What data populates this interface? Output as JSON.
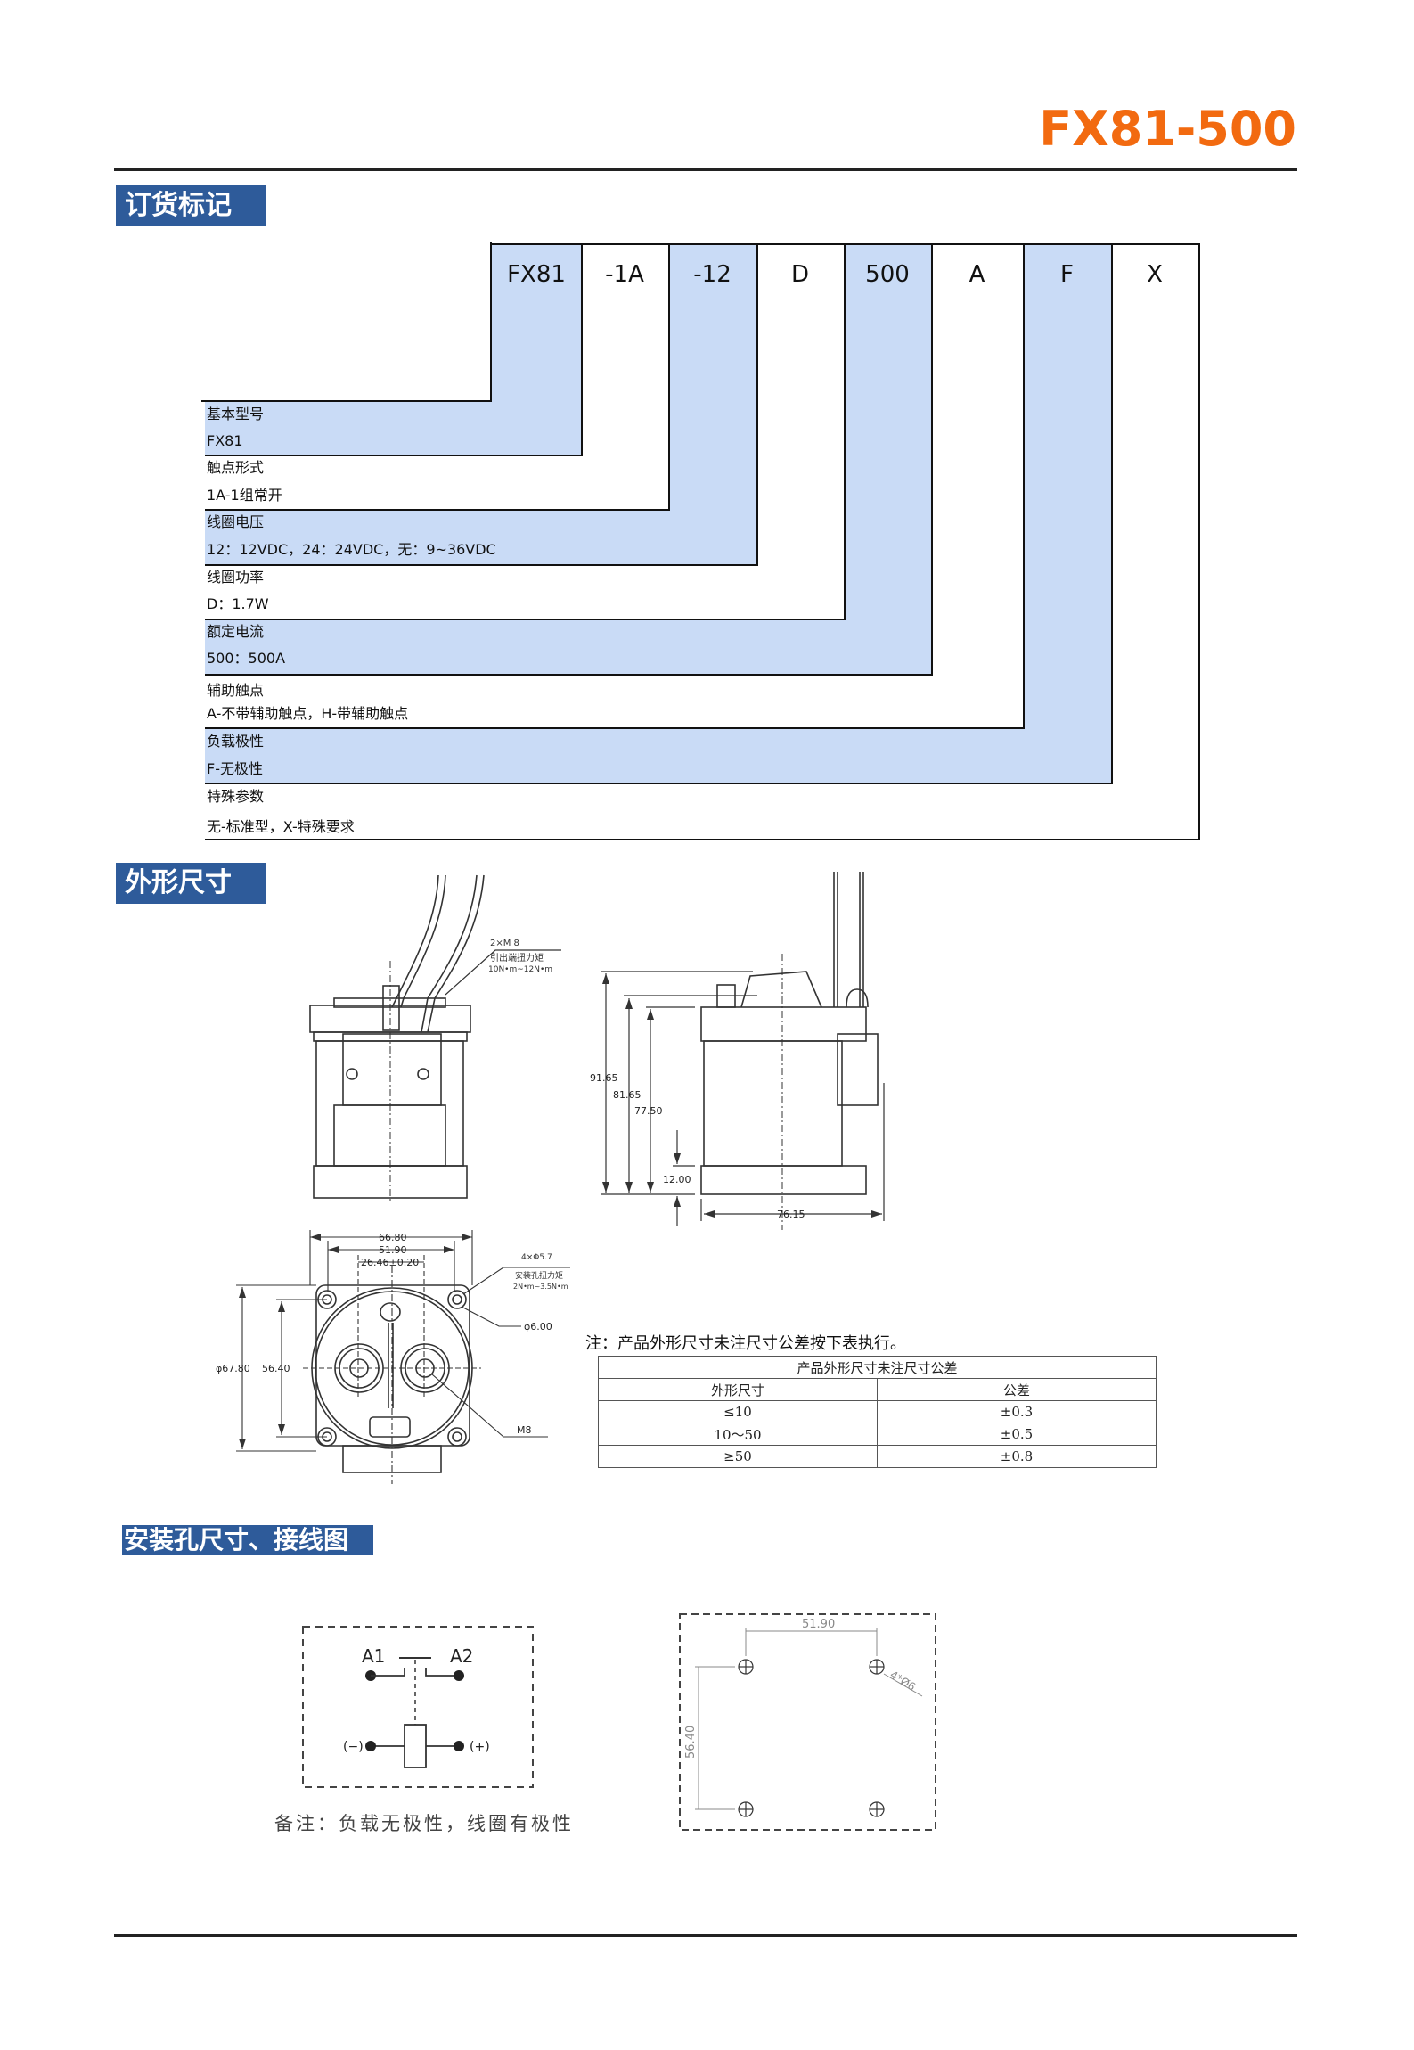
{
  "header": {
    "model_title": "FX81-500",
    "accent_color": "#f26a10"
  },
  "sections": {
    "ordering": "订货标记",
    "dimensions": "外形尺寸",
    "mounting_wiring": "安装孔尺寸、接线图"
  },
  "ordering_code": {
    "segments": [
      "FX81",
      "-1A",
      "-12",
      "D",
      "500",
      "A",
      "F",
      "X"
    ],
    "fields": [
      {
        "title": "基本型号",
        "desc": "FX81"
      },
      {
        "title": "触点形式",
        "desc": "1A-1组常开"
      },
      {
        "title": "线圈电压",
        "desc": "12：12VDC，24：24VDC，无：9~36VDC"
      },
      {
        "title": "线圈功率",
        "desc": "D：1.7W"
      },
      {
        "title": "额定电流",
        "desc": "500：500A"
      },
      {
        "title": "辅助触点",
        "desc": "A-不带辅助触点，H-带辅助触点"
      },
      {
        "title": "负载极性",
        "desc": "F-无极性"
      },
      {
        "title": "特殊参数",
        "desc": "无-标准型，X-特殊要求"
      }
    ],
    "highlight_color": "#c9dbf6"
  },
  "drawings": {
    "front_view": {
      "terminal_note_line1": "2×M 8",
      "terminal_note_line2": "引出端扭力矩",
      "terminal_note_line3": "10N•m~12N•m"
    },
    "side_view": {
      "heights": [
        "91.65",
        "81.65",
        "77.50"
      ],
      "base_height": "12.00",
      "width": "76.15"
    },
    "top_view": {
      "widths": [
        "66.80",
        "51.90",
        "26.46±0.20"
      ],
      "diameter": "φ67.80",
      "hole_spacing": "56.40",
      "mount_note_line1": "4×Φ5.7",
      "mount_note_line2": "安装孔扭力矩",
      "mount_note_line3": "2N•m~3.5N•m",
      "hole_dia": "φ6.00",
      "thread": "M8"
    }
  },
  "tolerance": {
    "note": "注：产品外形尺寸未注尺寸公差按下表执行。",
    "table_title": "产品外形尺寸未注尺寸公差",
    "headers": [
      "外形尺寸",
      "公差"
    ],
    "rows": [
      [
        "≤10",
        "±0.3"
      ],
      [
        "10～50",
        "±0.5"
      ],
      [
        "≥50",
        "±0.8"
      ]
    ]
  },
  "wiring": {
    "contact_left": "A1",
    "contact_right": "A2",
    "coil_neg": "(−)",
    "coil_pos": "(+)",
    "remark": "备注：负载无极性，线圈有极性"
  },
  "mounting": {
    "horizontal": "51.90",
    "vertical": "56.40",
    "holes": "4*Ø6"
  }
}
